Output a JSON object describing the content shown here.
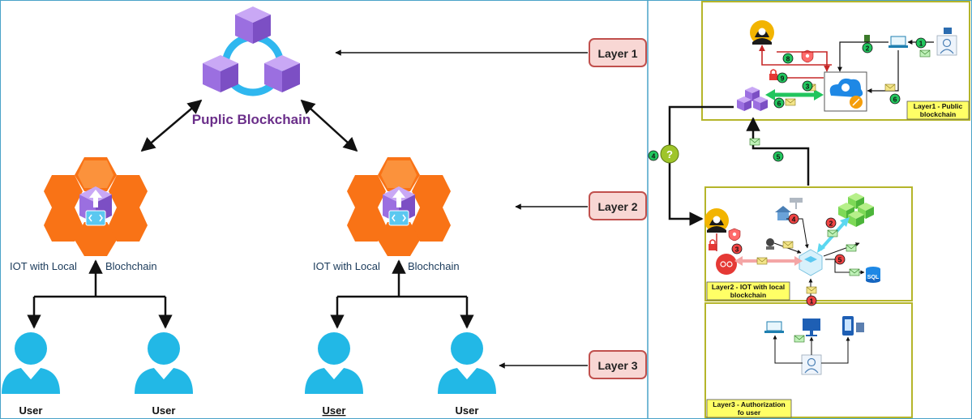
{
  "left_diagram": {
    "public_label": "Puplic Blockchain",
    "iot_left_label_a": "IOT with Local",
    "iot_left_label_b": "Blochchain",
    "iot_right_label_a": "IOT with Local",
    "iot_right_label_b": "Blochchain",
    "users": [
      "User",
      "User",
      "User",
      "User"
    ],
    "layers": [
      "Layer 1",
      "Layer 2",
      "Layer 3"
    ]
  },
  "right_diagram": {
    "layer1_title": [
      "Layer1 - Public",
      "blockchain"
    ],
    "layer2_title": [
      "Layer2 - IOT with local",
      "blockchain"
    ],
    "layer3_title": [
      "Layer3 - Authorization",
      "fo user"
    ],
    "question_mark": "?",
    "sql_label": "SQL",
    "steps_green": [
      "1",
      "2",
      "3",
      "5",
      "6",
      "6",
      "8",
      "9"
    ],
    "steps_red": [
      "1",
      "2",
      "3",
      "4",
      "5"
    ],
    "step_dark": "4"
  },
  "colors": {
    "cube_purple": "#9b6fe0",
    "hex_orange": "#f97316",
    "user_cyan": "#22b8e6",
    "layer_box_fill": "#f8d7d4",
    "layer_box_border": "#c0504d",
    "olive_border": "#b5b52a",
    "yellow_label": "#ffff66",
    "badge_green": "#22c55e",
    "badge_red": "#ef4444",
    "title_purple": "#6b2f8a",
    "divider_blue": "#4aa3c8"
  }
}
